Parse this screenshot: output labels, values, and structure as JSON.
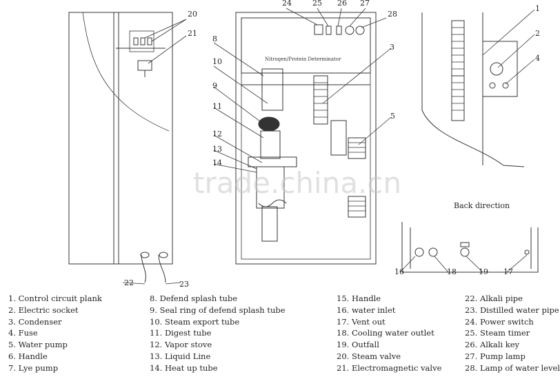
{
  "watermark": "trade.china.cn",
  "panel_title": "Nitrogen/Protein Determinator",
  "back_direction_label": "Back direction",
  "callouts": [
    "1",
    "2",
    "3",
    "4",
    "5",
    "8",
    "10",
    "9",
    "11",
    "12",
    "13",
    "14",
    "16",
    "17",
    "18",
    "19",
    "20",
    "21",
    "22",
    "23",
    "24",
    "25",
    "26",
    "27",
    "28"
  ],
  "legend": {
    "columns": [
      [
        "1. Control circuit plank",
        "2. Electric socket",
        "3. Condenser",
        "4. Fuse",
        "5. Water pump",
        "6. Handle",
        "7. Lye pump"
      ],
      [
        "8. Defend splash tube",
        "9. Seal ring of defend splash tube",
        "10. Steam export tube",
        "11. Digest tube",
        "12. Vapor stove",
        "13. Liquid Line",
        "14. Heat up tube"
      ],
      [
        "15. Handle",
        "16. water inlet",
        "17. Vent out",
        "18. Cooling water outlet",
        "19. Outfall",
        "20. Steam valve",
        "21. Electromagnetic valve"
      ],
      [
        "22. Alkali pipe",
        "23. Distilled water pipe",
        "24. Power switch",
        "25. Steam timer",
        "26. Alkali key",
        "27. Pump lamp",
        "28. Lamp of water level"
      ]
    ]
  }
}
